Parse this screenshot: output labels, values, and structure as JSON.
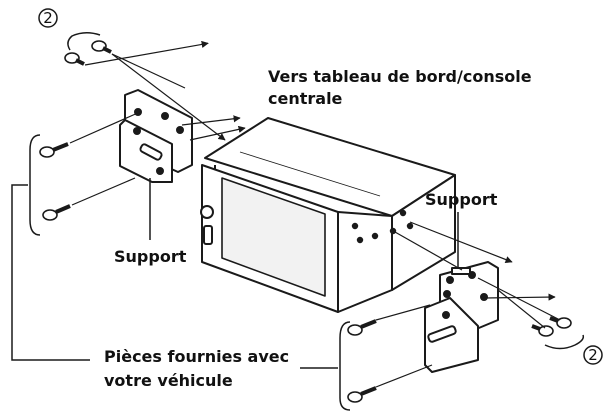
{
  "labels": {
    "destination": [
      "Vers tableau de bord/console",
      "centrale"
    ],
    "bracket_left": "Support",
    "bracket_right": "Support",
    "supplied_parts": [
      "Pièces fournies avec",
      "votre véhicule"
    ]
  },
  "callouts": {
    "screw_pair_left": "2",
    "screw_pair_right": "2"
  },
  "colors": {
    "line": "#1a1a1a",
    "fill": "#ffffff",
    "screen": "#f2f2f2"
  }
}
